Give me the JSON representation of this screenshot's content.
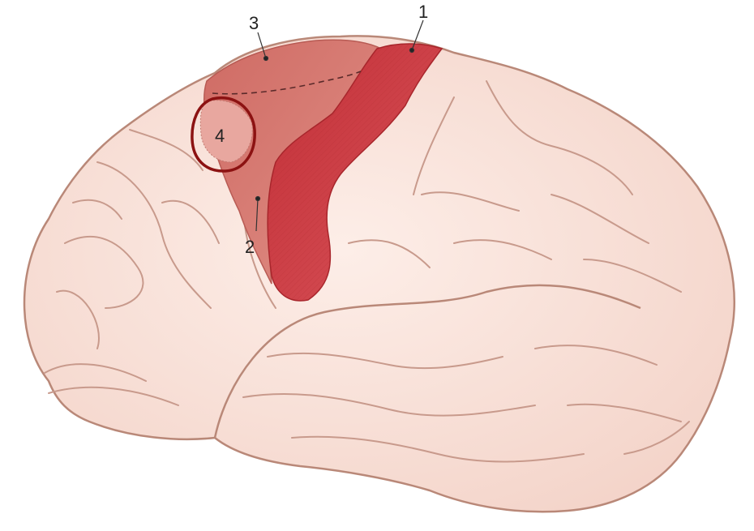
{
  "labels": {
    "one": "1",
    "two": "2",
    "three": "3",
    "four": "4"
  },
  "colors": {
    "background": "#ffffff",
    "brain_fill": "#f8dfd6",
    "brain_outline": "#b98878",
    "sulcus": "#c89a8c",
    "region_1_dark": "#c8363c",
    "region_2_3_medium": "#d77b72",
    "region_4_light": "#e39a90",
    "circle_outline": "#8c1212",
    "label_text": "#222222"
  }
}
